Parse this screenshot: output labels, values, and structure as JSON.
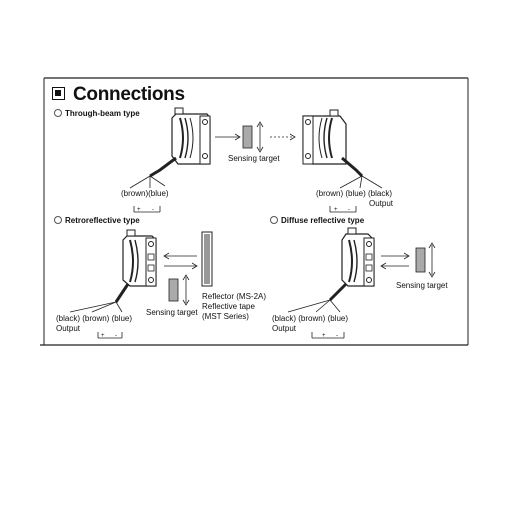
{
  "heading": "Connections",
  "through_beam": {
    "title": "Through-beam type",
    "left_wires": "(brown)(blue)",
    "right_wires": "(brown) (blue) (black)",
    "output": "Output",
    "target": "Sensing target",
    "plus": "+",
    "minus": "-"
  },
  "retro": {
    "title": "Retroreflective type",
    "wires": "(black) (brown) (blue)",
    "output": "Output",
    "target": "Sensing target",
    "reflector_1": "Reflector (MS-2A)",
    "reflector_2": "Reflective tape",
    "reflector_3": "(MST Series)",
    "plus": "+",
    "minus": "-"
  },
  "diffuse": {
    "title": "Diffuse reflective type",
    "wires": "(black)  (brown)  (blue)",
    "output": "Output",
    "target": "Sensing target",
    "plus": "+",
    "minus": "-"
  }
}
